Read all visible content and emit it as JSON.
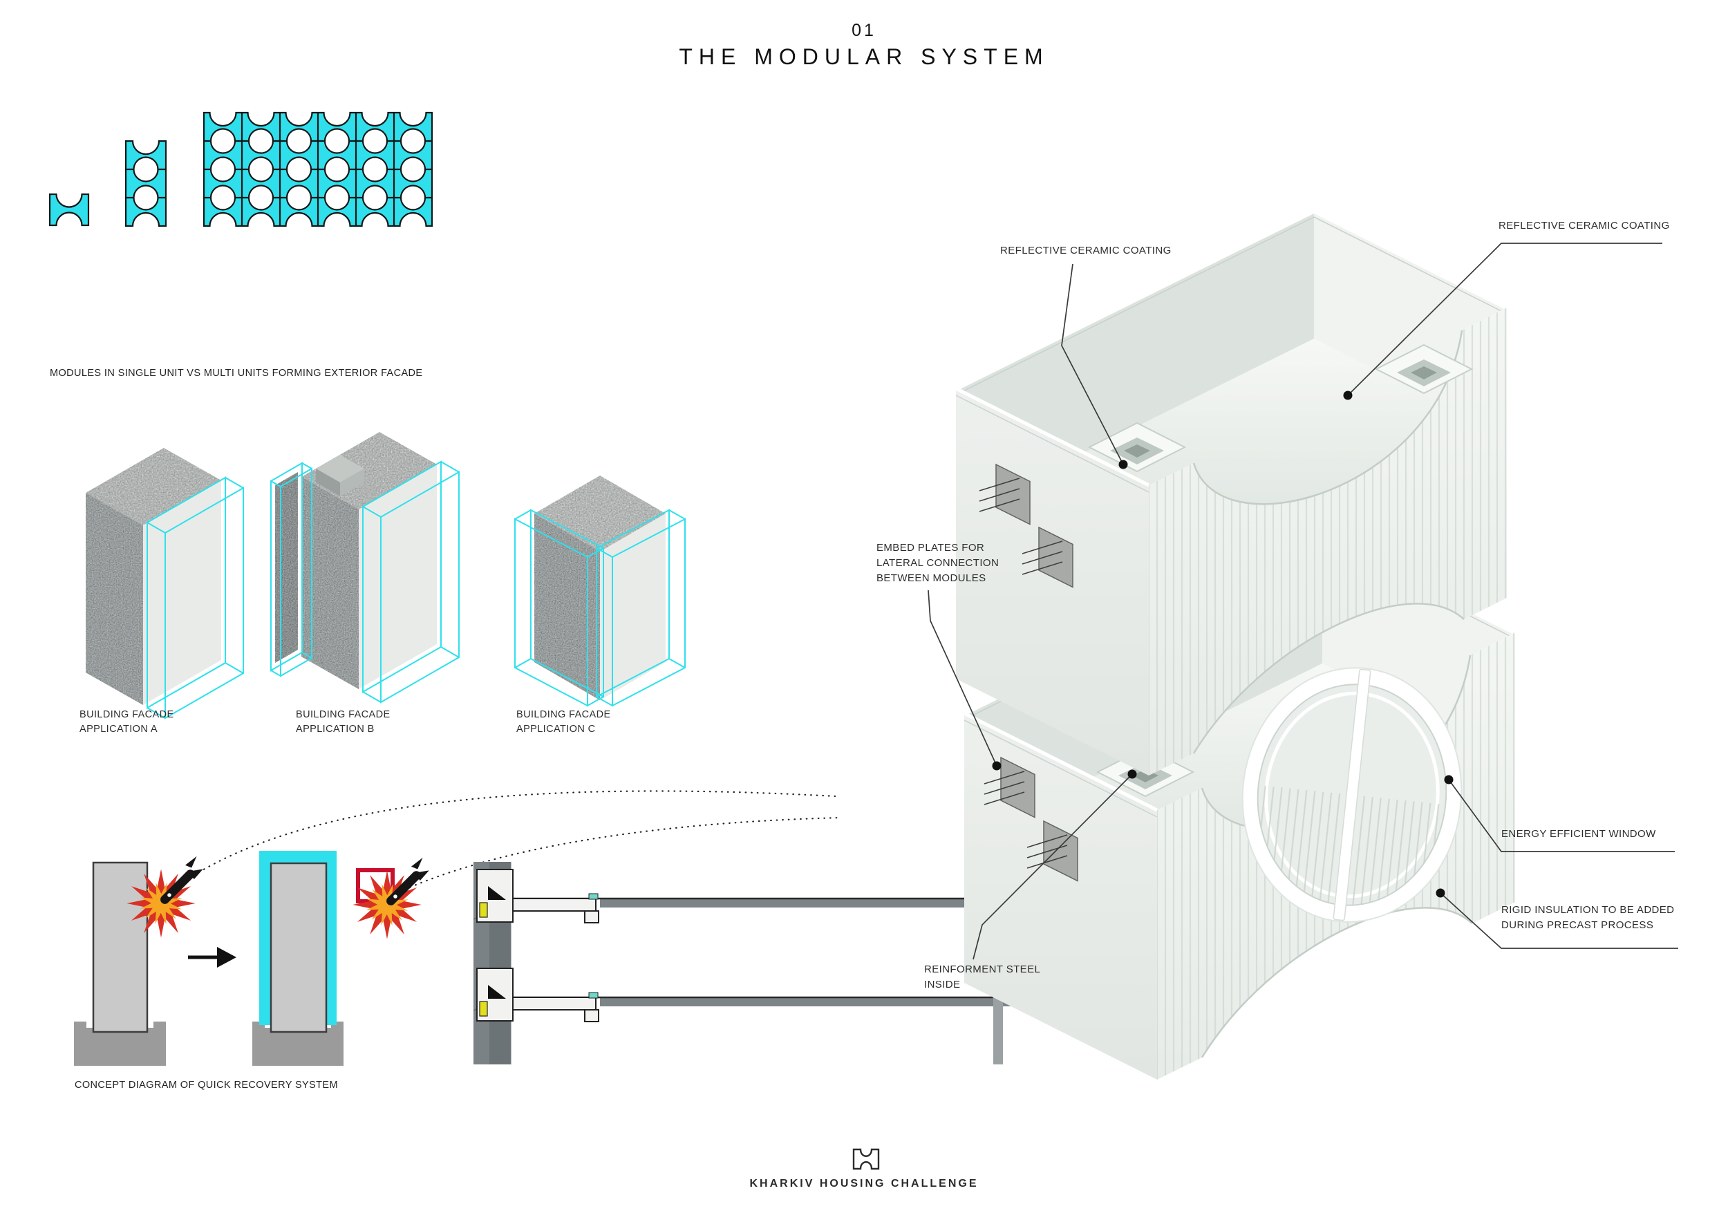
{
  "title": {
    "number": "01",
    "text": "THE MODULAR SYSTEM"
  },
  "colors": {
    "cyan": "#2FE0EC",
    "accent_red": "#C8102E",
    "red_star": "#D93025",
    "orange_star": "#F6A623",
    "yellow": "#E3DF1F",
    "teal": "#6FD8C8",
    "ink": "#111111"
  },
  "modules_diagram": {
    "caption": "MODULES IN SINGLE UNIT VS MULTI UNITS FORMING EXTERIOR FACADE"
  },
  "facade_applications": [
    {
      "line1": "BUILDING FACADE",
      "line2": "APPLICATION A"
    },
    {
      "line1": "BUILDING FACADE",
      "line2": "APPLICATION B"
    },
    {
      "line1": "BUILDING FACADE",
      "line2": "APPLICATION C"
    }
  ],
  "concept_diagram": {
    "caption": "CONCEPT DIAGRAM OF QUICK RECOVERY SYSTEM"
  },
  "annotations": {
    "reflective_left": "REFLECTIVE CERAMIC COATING",
    "reflective_right": "REFLECTIVE CERAMIC COATING",
    "embed_plates": [
      "EMBED PLATES FOR",
      "LATERAL CONNECTION",
      "BETWEEN MODULES"
    ],
    "reinforcement": [
      "REINFORMENT STEEL",
      "INSIDE"
    ],
    "window": "ENERGY EFFICIENT WINDOW",
    "insulation": [
      "RIGID INSULATION TO BE ADDED",
      "DURING PRECAST PROCESS"
    ]
  },
  "footer": {
    "text": "KHARKIV HOUSING CHALLENGE"
  },
  "icons": {
    "logo": "module-logo-icon",
    "bomb": "bomb-icon",
    "explosion": "explosion-burst-icon",
    "arrow": "right-arrow-icon"
  }
}
